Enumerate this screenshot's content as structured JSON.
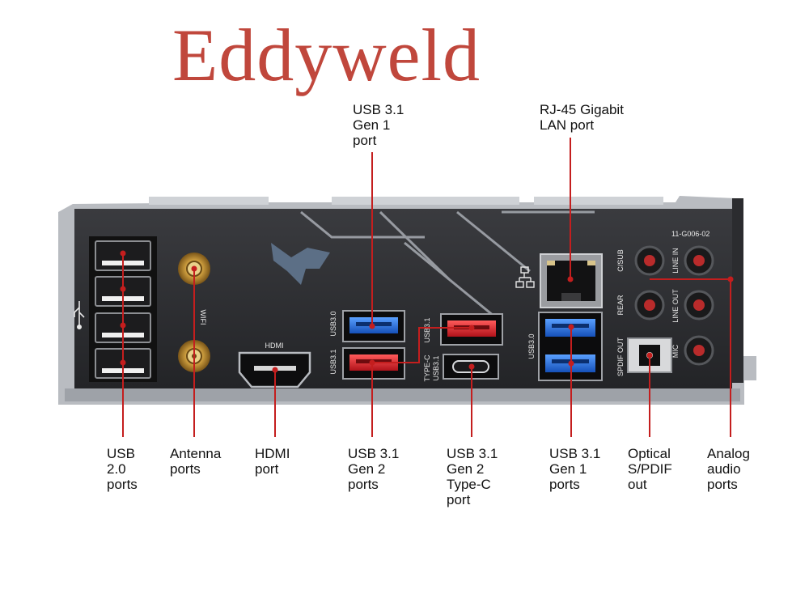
{
  "watermark": "Eddyweld",
  "colors": {
    "callout_line": "#c41e1e",
    "panel": "#2a2b2e",
    "usb3_blue": "#1f6fe0",
    "usb31_red": "#d7262c",
    "watermark": "#c0473c"
  },
  "top_labels": [
    {
      "id": "usb31-gen1-top",
      "lines": [
        "USB 3.1",
        "Gen 1",
        "port"
      ]
    },
    {
      "id": "rj45",
      "lines": [
        "RJ-45 Gigabit",
        "LAN port"
      ]
    }
  ],
  "bottom_labels": [
    {
      "id": "usb20",
      "lines": [
        "USB",
        "2.0",
        "ports"
      ]
    },
    {
      "id": "antenna",
      "lines": [
        "Antenna",
        "ports"
      ]
    },
    {
      "id": "hdmi",
      "lines": [
        "HDMI",
        "port"
      ]
    },
    {
      "id": "usb31-gen2",
      "lines": [
        "USB 3.1",
        "Gen 2",
        "ports"
      ]
    },
    {
      "id": "usb31-gen2-typec",
      "lines": [
        "USB 3.1",
        "Gen 2",
        "Type-C",
        "port"
      ]
    },
    {
      "id": "usb31-gen1-bottom",
      "lines": [
        "USB 3.1",
        "Gen 1",
        "ports"
      ]
    },
    {
      "id": "optical-spdif",
      "lines": [
        "Optical",
        "S/PDIF",
        "out"
      ]
    },
    {
      "id": "analog-audio",
      "lines": [
        "Analog",
        "audio",
        "ports"
      ]
    }
  ],
  "panel_markings": {
    "part_number": "11-G006-02",
    "wifi": "WIFI",
    "hdmi": "HDMI",
    "usb30_left": "USB3.0",
    "usb31_left": "USB3.1",
    "usb31_middle": "USB3.1",
    "type_c": "TYPE-C",
    "usb30_right": "USB3.0",
    "c_sub": "C/SUB",
    "rear": "REAR",
    "spdif_out": "SPDIF OUT",
    "line_in": "LINE IN",
    "line_out": "LINE OUT",
    "mic": "MIC"
  },
  "icons": [
    "usb-trident-icon",
    "network-icon",
    "eagle-logo-icon"
  ]
}
